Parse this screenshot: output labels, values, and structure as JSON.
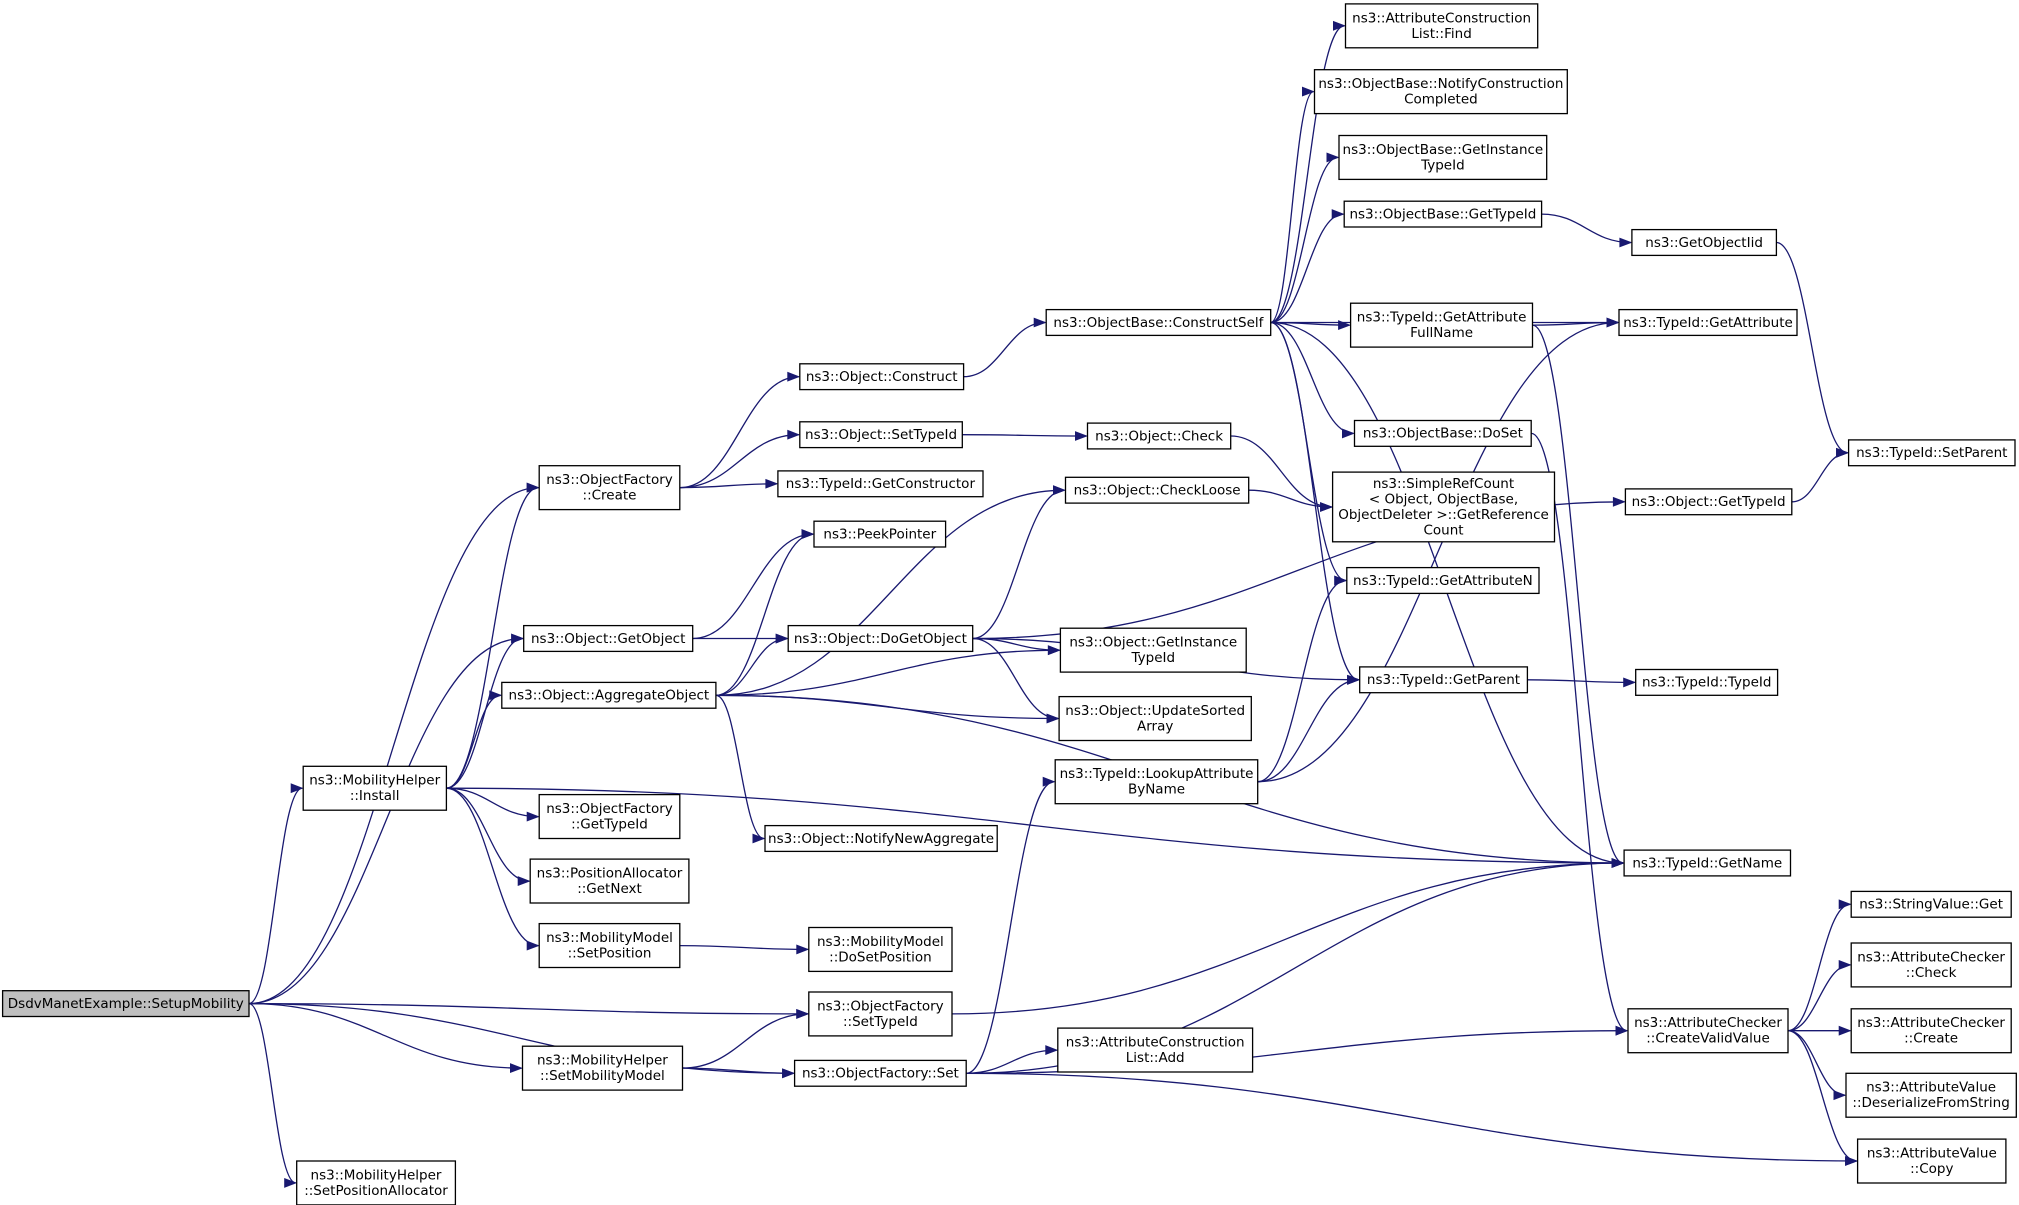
{
  "nodes": [
    {
      "id": "root",
      "lines": [
        "DsdvManetExample::SetupMobility"
      ],
      "root": true
    },
    {
      "id": "attr_find",
      "lines": [
        "ns3::AttributeConstruction",
        "List::Find"
      ]
    },
    {
      "id": "notify_completed",
      "lines": [
        "ns3::ObjectBase::NotifyConstruction",
        "Completed"
      ]
    },
    {
      "id": "ob_getinst",
      "lines": [
        "ns3::ObjectBase::GetInstance",
        "TypeId"
      ]
    },
    {
      "id": "ob_gettypeid",
      "lines": [
        "ns3::ObjectBase::GetTypeId"
      ]
    },
    {
      "id": "getobjectiid",
      "lines": [
        "ns3::GetObjectIid"
      ]
    },
    {
      "id": "constructself",
      "lines": [
        "ns3::ObjectBase::ConstructSelf"
      ]
    },
    {
      "id": "getattrfullname",
      "lines": [
        "ns3::TypeId::GetAttribute",
        "FullName"
      ]
    },
    {
      "id": "getattribute",
      "lines": [
        "ns3::TypeId::GetAttribute"
      ]
    },
    {
      "id": "obj_construct",
      "lines": [
        "ns3::Object::Construct"
      ]
    },
    {
      "id": "doset",
      "lines": [
        "ns3::ObjectBase::DoSet"
      ]
    },
    {
      "id": "setparent",
      "lines": [
        "ns3::TypeId::SetParent"
      ]
    },
    {
      "id": "settypeid_obj",
      "lines": [
        "ns3::Object::SetTypeId"
      ]
    },
    {
      "id": "obj_check",
      "lines": [
        "ns3::Object::Check"
      ]
    },
    {
      "id": "of_create",
      "lines": [
        "ns3::ObjectFactory",
        "::Create"
      ]
    },
    {
      "id": "getconstructor",
      "lines": [
        "ns3::TypeId::GetConstructor"
      ]
    },
    {
      "id": "simplerefcount",
      "lines": [
        "ns3::SimpleRefCount",
        "< Object, ObjectBase,",
        "ObjectDeleter >::GetReference",
        "Count"
      ]
    },
    {
      "id": "checkloose",
      "lines": [
        "ns3::Object::CheckLoose"
      ]
    },
    {
      "id": "obj_gettypeid",
      "lines": [
        "ns3::Object::GetTypeId"
      ]
    },
    {
      "id": "peekpointer",
      "lines": [
        "ns3::PeekPointer"
      ]
    },
    {
      "id": "getattributen",
      "lines": [
        "ns3::TypeId::GetAttributeN"
      ]
    },
    {
      "id": "getobject",
      "lines": [
        "ns3::Object::GetObject"
      ]
    },
    {
      "id": "dogetobject",
      "lines": [
        "ns3::Object::DoGetObject"
      ]
    },
    {
      "id": "obj_getinst",
      "lines": [
        "ns3::Object::GetInstance",
        "TypeId"
      ]
    },
    {
      "id": "getparent",
      "lines": [
        "ns3::TypeId::GetParent"
      ]
    },
    {
      "id": "typeid_typeid",
      "lines": [
        "ns3::TypeId::TypeId"
      ]
    },
    {
      "id": "aggregate",
      "lines": [
        "ns3::Object::AggregateObject"
      ]
    },
    {
      "id": "updatesorted",
      "lines": [
        "ns3::Object::UpdateSorted",
        "Array"
      ]
    },
    {
      "id": "mh_install",
      "lines": [
        "ns3::MobilityHelper",
        "::Install"
      ]
    },
    {
      "id": "lookupattr",
      "lines": [
        "ns3::TypeId::LookupAttribute",
        "ByName"
      ]
    },
    {
      "id": "of_gettypeid",
      "lines": [
        "ns3::ObjectFactory",
        "::GetTypeId"
      ]
    },
    {
      "id": "notifynewagg",
      "lines": [
        "ns3::Object::NotifyNewAggregate"
      ]
    },
    {
      "id": "pa_getnext",
      "lines": [
        "ns3::PositionAllocator",
        "::GetNext"
      ]
    },
    {
      "id": "getname",
      "lines": [
        "ns3::TypeId::GetName"
      ]
    },
    {
      "id": "stringvalue_get",
      "lines": [
        "ns3::StringValue::Get"
      ]
    },
    {
      "id": "mm_setposition",
      "lines": [
        "ns3::MobilityModel",
        "::SetPosition"
      ]
    },
    {
      "id": "mm_dosetposition",
      "lines": [
        "ns3::MobilityModel",
        "::DoSetPosition"
      ]
    },
    {
      "id": "ac_check",
      "lines": [
        "ns3::AttributeChecker",
        "::Check"
      ]
    },
    {
      "id": "of_settypeid",
      "lines": [
        "ns3::ObjectFactory",
        "::SetTypeId"
      ]
    },
    {
      "id": "ac_createvalid",
      "lines": [
        "ns3::AttributeChecker",
        "::CreateValidValue"
      ]
    },
    {
      "id": "ac_create",
      "lines": [
        "ns3::AttributeChecker",
        "::Create"
      ]
    },
    {
      "id": "mh_setmobmodel",
      "lines": [
        "ns3::MobilityHelper",
        "::SetMobilityModel"
      ]
    },
    {
      "id": "of_set",
      "lines": [
        "ns3::ObjectFactory::Set"
      ]
    },
    {
      "id": "acl_add",
      "lines": [
        "ns3::AttributeConstruction",
        "List::Add"
      ]
    },
    {
      "id": "av_deser",
      "lines": [
        "ns3::AttributeValue",
        "::DeserializeFromString"
      ]
    },
    {
      "id": "av_copy",
      "lines": [
        "ns3::AttributeValue",
        "::Copy"
      ]
    },
    {
      "id": "mh_setposalloc",
      "lines": [
        "ns3::MobilityHelper",
        "::SetPositionAllocator"
      ]
    }
  ],
  "edges": [
    [
      "root",
      "of_create"
    ],
    [
      "root",
      "getobject"
    ],
    [
      "root",
      "mh_install"
    ],
    [
      "root",
      "of_settypeid"
    ],
    [
      "root",
      "mh_setmobmodel"
    ],
    [
      "root",
      "of_set"
    ],
    [
      "root",
      "mh_setposalloc"
    ],
    [
      "of_create",
      "obj_construct"
    ],
    [
      "of_create",
      "settypeid_obj"
    ],
    [
      "of_create",
      "getconstructor"
    ],
    [
      "obj_construct",
      "constructself"
    ],
    [
      "constructself",
      "attr_find"
    ],
    [
      "constructself",
      "notify_completed"
    ],
    [
      "constructself",
      "ob_getinst"
    ],
    [
      "constructself",
      "ob_gettypeid"
    ],
    [
      "constructself",
      "getattrfullname"
    ],
    [
      "constructself",
      "getattribute"
    ],
    [
      "constructself",
      "doset"
    ],
    [
      "constructself",
      "getattributen"
    ],
    [
      "constructself",
      "getparent"
    ],
    [
      "constructself",
      "getname"
    ],
    [
      "ob_gettypeid",
      "getobjectiid"
    ],
    [
      "getobjectiid",
      "setparent"
    ],
    [
      "getattrfullname",
      "getattribute"
    ],
    [
      "getattrfullname",
      "getname"
    ],
    [
      "doset",
      "ac_createvalid"
    ],
    [
      "settypeid_obj",
      "obj_check"
    ],
    [
      "obj_check",
      "simplerefcount"
    ],
    [
      "checkloose",
      "simplerefcount"
    ],
    [
      "obj_gettypeid",
      "setparent"
    ],
    [
      "getobject",
      "peekpointer"
    ],
    [
      "getobject",
      "dogetobject"
    ],
    [
      "dogetobject",
      "checkloose"
    ],
    [
      "dogetobject",
      "obj_getinst"
    ],
    [
      "dogetobject",
      "getparent"
    ],
    [
      "dogetobject",
      "updatesorted"
    ],
    [
      "dogetobject",
      "obj_gettypeid"
    ],
    [
      "getparent",
      "typeid_typeid"
    ],
    [
      "aggregate",
      "checkloose"
    ],
    [
      "aggregate",
      "peekpointer"
    ],
    [
      "aggregate",
      "dogetobject"
    ],
    [
      "aggregate",
      "obj_getinst"
    ],
    [
      "aggregate",
      "updatesorted"
    ],
    [
      "aggregate",
      "notifynewagg"
    ],
    [
      "aggregate",
      "getname"
    ],
    [
      "mh_install",
      "of_create"
    ],
    [
      "mh_install",
      "getobject"
    ],
    [
      "mh_install",
      "aggregate"
    ],
    [
      "mh_install",
      "of_gettypeid"
    ],
    [
      "mh_install",
      "pa_getnext"
    ],
    [
      "mh_install",
      "mm_setposition"
    ],
    [
      "mh_install",
      "getname"
    ],
    [
      "mm_setposition",
      "mm_dosetposition"
    ],
    [
      "lookupattr",
      "getattributen"
    ],
    [
      "lookupattr",
      "getparent"
    ],
    [
      "lookupattr",
      "getattribute"
    ],
    [
      "of_settypeid",
      "getname"
    ],
    [
      "mh_setmobmodel",
      "of_settypeid"
    ],
    [
      "mh_setmobmodel",
      "of_set"
    ],
    [
      "of_set",
      "lookupattr"
    ],
    [
      "of_set",
      "acl_add"
    ],
    [
      "of_set",
      "ac_createvalid"
    ],
    [
      "of_set",
      "getname"
    ],
    [
      "of_set",
      "av_copy"
    ],
    [
      "ac_createvalid",
      "stringvalue_get"
    ],
    [
      "ac_createvalid",
      "ac_check"
    ],
    [
      "ac_createvalid",
      "ac_create"
    ],
    [
      "ac_createvalid",
      "av_deser"
    ],
    [
      "ac_createvalid",
      "av_copy"
    ]
  ]
}
